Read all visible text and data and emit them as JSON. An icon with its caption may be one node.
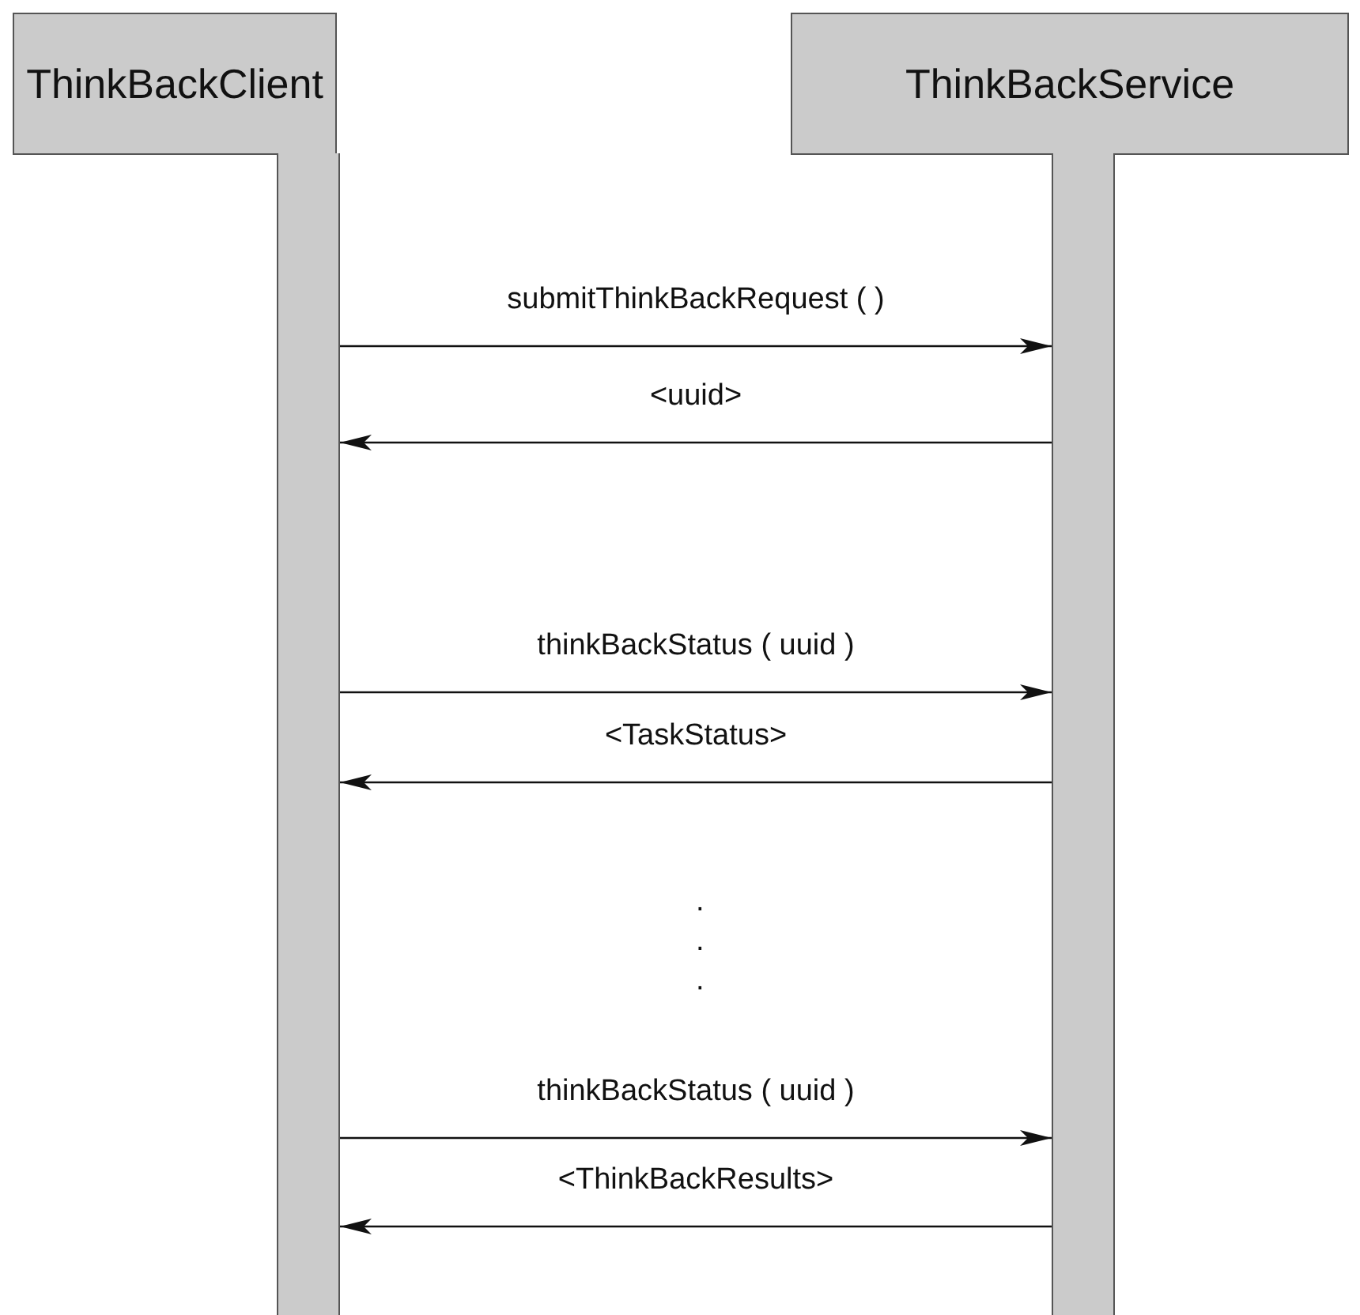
{
  "diagram": {
    "nodes": [
      {
        "text": [
          "ThinkBackClient"
        ]
      },
      {
        "text": [
          "ThinkBackService"
        ]
      },
      {
        "text": [],
        "shape": "bar"
      },
      {
        "text": [],
        "shape": "bar"
      }
    ],
    "edges": [
      {
        "from": 2,
        "to": 3,
        "arrow": "to",
        "label": "submitThinkBackRequest ( )"
      },
      {
        "from": 3,
        "to": 2,
        "arrow": "to",
        "label": "<uuid>"
      },
      {
        "from": 2,
        "to": 3,
        "arrow": "to",
        "label": "thinkBackStatus ( uuid )"
      },
      {
        "from": 3,
        "to": 2,
        "arrow": "to",
        "label": "<TaskStatus>"
      },
      {
        "from": 2,
        "to": 3,
        "arrow": "to",
        "label": "thinkBackStatus ( uuid )"
      },
      {
        "from": 3,
        "to": 2,
        "arrow": "to",
        "label": "<ThinkBackResults>"
      }
    ],
    "labels": [
      ".",
      ".",
      "."
    ]
  }
}
